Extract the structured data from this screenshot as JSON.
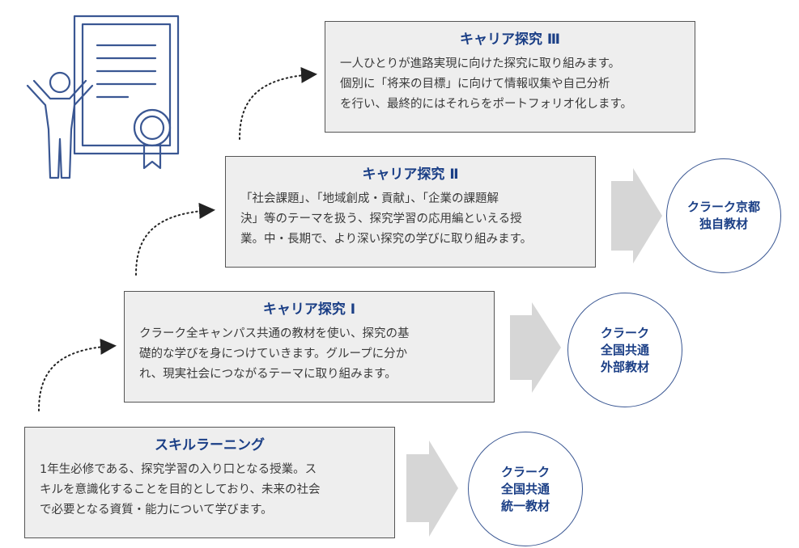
{
  "stages": [
    {
      "title": "キャリア探究 Ⅲ",
      "body": "一人ひとりが進路実現に向けた探究に取り組みます。\n個別に「将来の目標」に向けて情報収集や自己分析\nを行い、最終的にはそれらをポートフォリオ化します。"
    },
    {
      "title": "キャリア探究 Ⅱ",
      "body": "「社会課題」、「地域創成・貢献」、「企業の課題解\n決」等のテーマを扱う、探究学習の応用編といえる授\n業。中・長期で、より深い探究の学びに取り組みます。"
    },
    {
      "title": "キャリア探究 Ⅰ",
      "body": "クラーク全キャンパス共通の教材を使い、探究の基\n礎的な学びを身につけていきます。グループに分か\nれ、現実社会につながるテーマに取り組みます。"
    },
    {
      "title": "スキルラーニング",
      "body": "1年生必修である、探究学習の入り口となる授業。ス\nキルを意識化することを目的としており、未来の社会\nで必要となる資質・能力について学びます。"
    }
  ],
  "materials": [
    {
      "label": "クラーク京都\n独自教材"
    },
    {
      "label": "クラーク\n全国共通\n外部教材"
    },
    {
      "label": "クラーク\n全国共通\n統一教材"
    }
  ],
  "colors": {
    "accent": "#1b3f86",
    "icon": "#3a5793",
    "box_fill": "#eeeeee",
    "arrow_fill": "#d6d6d6"
  },
  "icon": "certificate-person-icon"
}
